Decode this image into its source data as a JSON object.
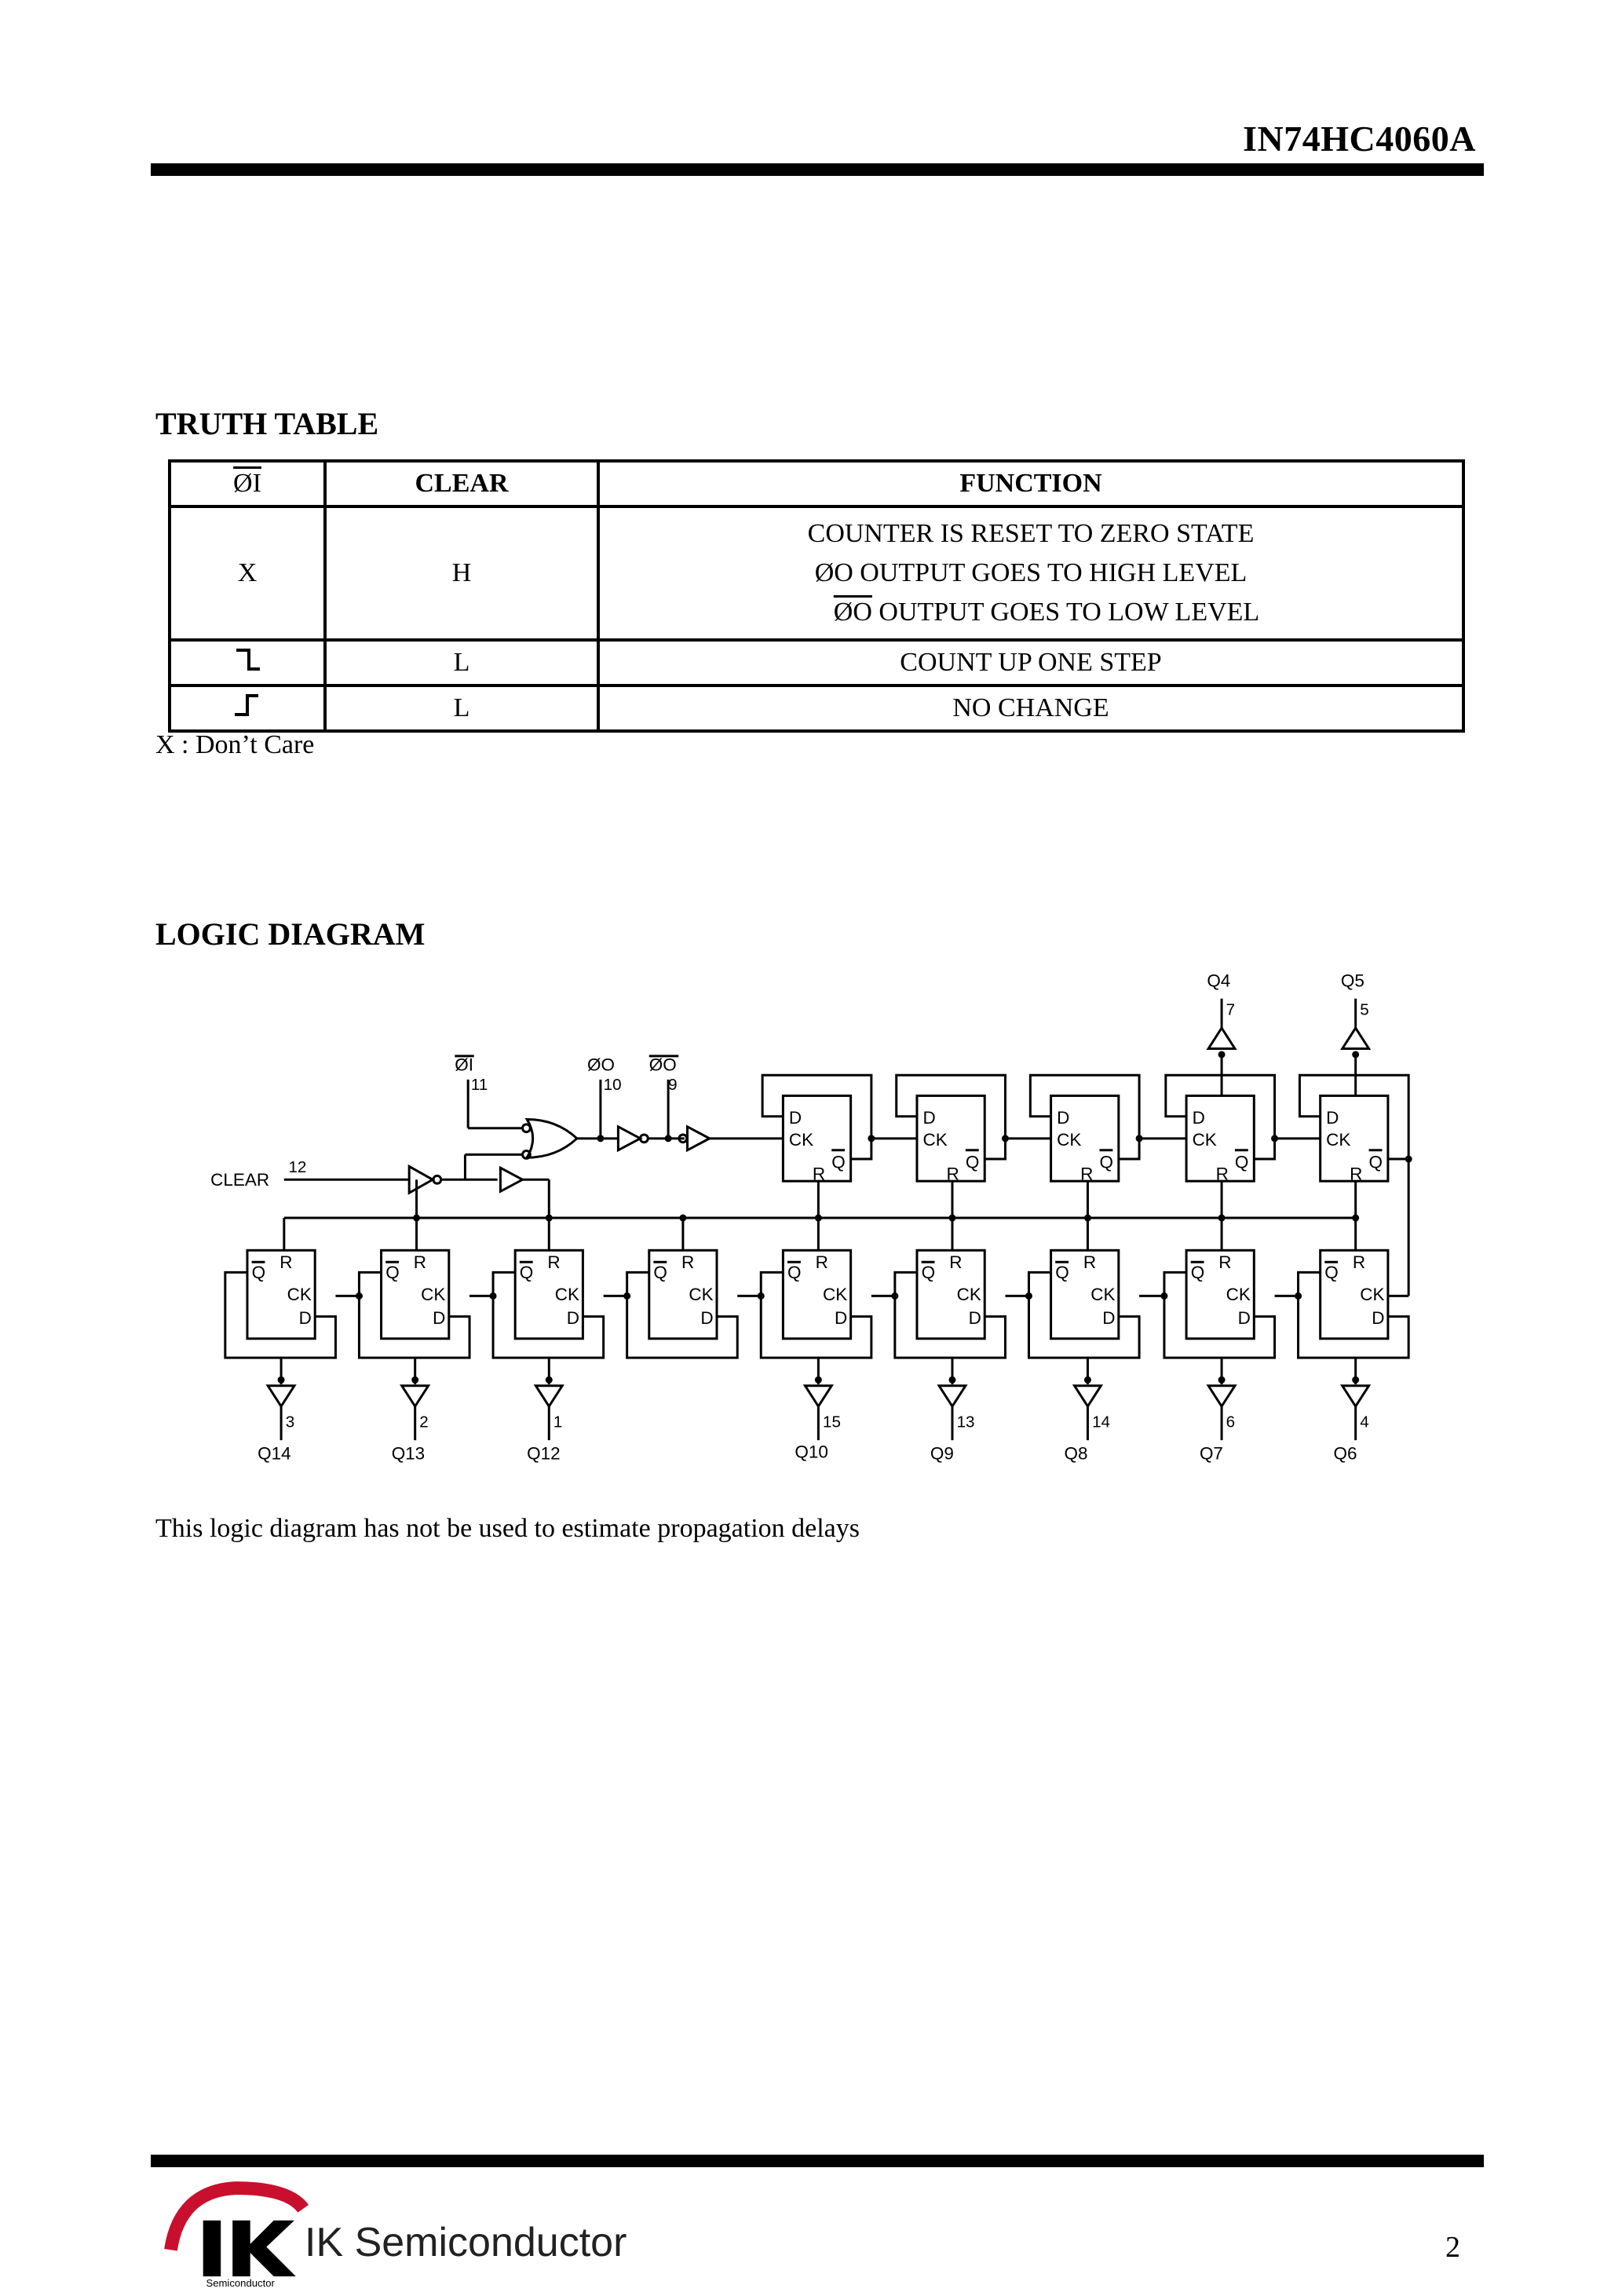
{
  "header": {
    "part_number": "IN74HC4060A"
  },
  "truth_table": {
    "title": "TRUTH TABLE",
    "headers": {
      "osc": "ØI",
      "clear": "CLEAR",
      "function": "FUNCTION"
    },
    "rows": [
      {
        "osc": "X",
        "clear": "H",
        "function_lines": [
          "COUNTER IS RESET TO ZERO STATE",
          "ØO OUTPUT GOES TO HIGH LEVEL",
          "ØO OUTPUT GOES TO LOW LEVEL"
        ]
      },
      {
        "osc_icon": "falling-edge-icon",
        "clear": "L",
        "function": "COUNT UP ONE STEP"
      },
      {
        "osc_icon": "rising-edge-icon",
        "clear": "L",
        "function": "NO CHANGE"
      }
    ],
    "footnote": "X : Don’t Care"
  },
  "logic_diagram": {
    "title": "LOGIC DIAGRAM",
    "inputs": {
      "osc_in": {
        "label": "ØI",
        "pin": "11"
      },
      "osc_out": {
        "label": "ØO",
        "pin": "10"
      },
      "osc_out_bar": {
        "label": "ØO",
        "pin": "9"
      },
      "clear": {
        "label": "CLEAR",
        "pin": "12"
      }
    },
    "ff_labels": {
      "d": "D",
      "ck": "CK",
      "q": "Q",
      "r": "R"
    },
    "top_outputs": [
      {
        "label": "Q4",
        "pin": "7"
      },
      {
        "label": "Q5",
        "pin": "5"
      }
    ],
    "bottom_outputs": [
      {
        "label": "Q14",
        "pin": "3"
      },
      {
        "label": "Q13",
        "pin": "2"
      },
      {
        "label": "Q12",
        "pin": "1"
      },
      {
        "label": "Q10",
        "pin": "15"
      },
      {
        "label": "Q9",
        "pin": "13"
      },
      {
        "label": "Q8",
        "pin": "14"
      },
      {
        "label": "Q7",
        "pin": "6"
      },
      {
        "label": "Q6",
        "pin": "4"
      }
    ],
    "note": "This logic diagram has not be used to estimate propagation delays"
  },
  "footer": {
    "logo_letters": "IK",
    "logo_subtext": "Semiconductor",
    "company": "IK Semiconductor",
    "page_number": "2",
    "logo_color": "#c8102e"
  }
}
